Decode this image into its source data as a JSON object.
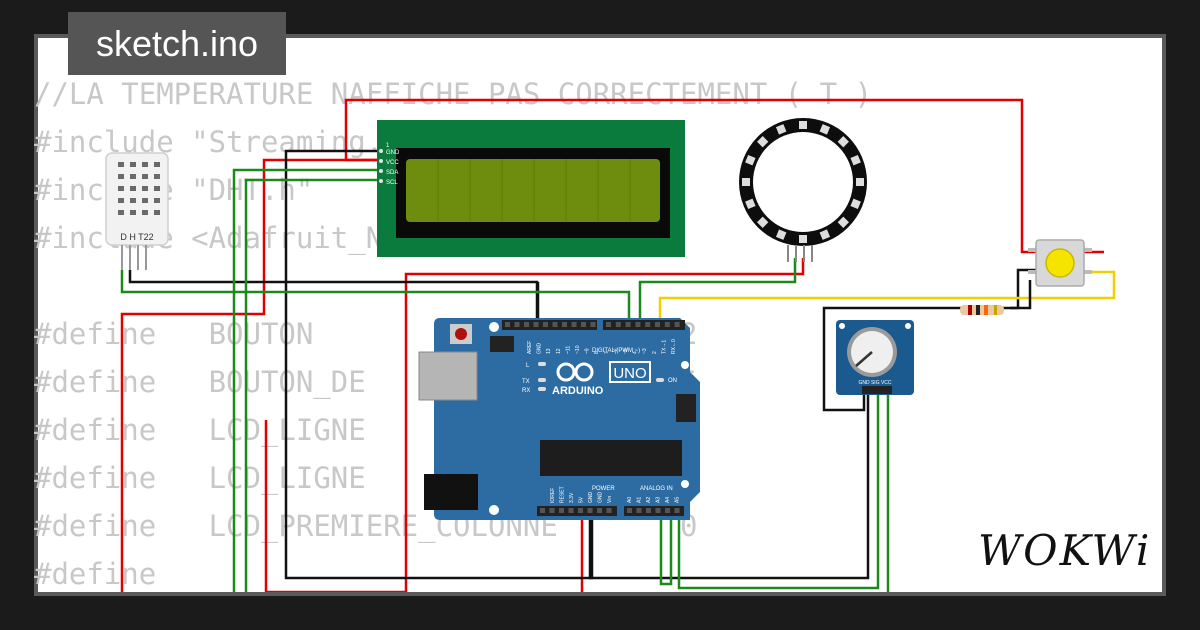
{
  "title": "sketch.ino",
  "logo": "WOKWi",
  "code_lines": [
    "//LA TEMPERATURE NAFFICHE PAS CORRECTEMENT ( T )",
    "#include \"Streaming.h\"",
    "#include \"DHT.h\"",
    "#include <Adafruit_NeoPixel.h>",
    "",
    "#define   BOUTON                     2",
    "#define   BOUTON_DE                  5",
    "#define   LCD_LIGNE                  0",
    "#define   LCD_LIGNE                  1",
    "#define   LCD_PREMIERE_COLONNE       0",
    "#define"
  ],
  "dht": {
    "label": "D H T22"
  },
  "lcd_pins": [
    "GND",
    "VCC",
    "SDA",
    "SCL"
  ],
  "arduino": {
    "model": "UNO",
    "brand": "ARDUINO",
    "digital_label": "DIGITAL (PWM ~)",
    "power_label": "POWER",
    "analog_label": "ANALOG IN",
    "on_label": "ON",
    "tx_label": "TX",
    "rx_label": "RX",
    "l_label": "L",
    "digital_pins": [
      "AREF",
      "GND",
      "13",
      "12",
      "~11",
      "~10",
      "~9",
      "8",
      "7",
      "~6",
      "~5",
      "4",
      "~3",
      "2",
      "TX→1",
      "RX←0"
    ],
    "power_pins": [
      "IOREF",
      "RESET",
      "3.3V",
      "5V",
      "GND",
      "GND",
      "Vin"
    ],
    "analog_pins": [
      "A0",
      "A1",
      "A2",
      "A3",
      "A4",
      "A5"
    ]
  },
  "pot_pins": "GND SIG VCC",
  "colors": {
    "red": "#e00000",
    "black": "#111111",
    "green": "#1a8a1a",
    "yellow": "#f0d000",
    "board": "#2d6ca2"
  }
}
